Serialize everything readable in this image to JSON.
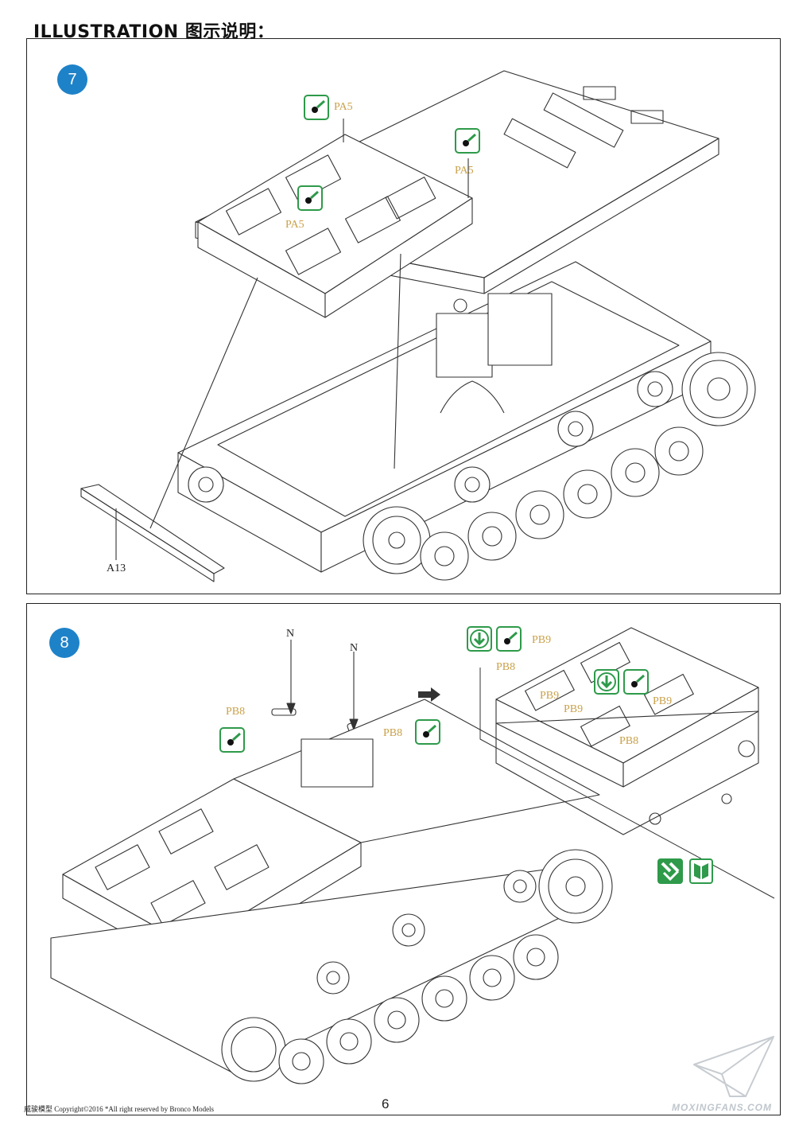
{
  "header": {
    "title": "ILLUSTRATION 图示说明："
  },
  "step7": {
    "number": "7",
    "labels": {
      "pa5_a": "PA5",
      "pa5_b": "PA5",
      "pa5_c": "PA5",
      "a13": "A13"
    }
  },
  "step8": {
    "number": "8",
    "labels": {
      "n_left": "N",
      "n_right": "N",
      "pb8_left": "PB8",
      "pb8_right": "PB8",
      "pb9_a": "PB9",
      "pb8_a": "PB8",
      "pb9_b": "PB9",
      "pb9_c": "PB9",
      "pb9_d": "PB9",
      "pb8_b": "PB8"
    }
  },
  "icons": {
    "glue": "glue-icon",
    "press": "press-down-icon",
    "arrow": "arrow-right-icon",
    "done": "assemble-done-icon",
    "sheet": "instruction-sheet-icon",
    "accent_green": "#2e9a4a",
    "badge_blue": "#1e82c8",
    "label_gold": "#c9a14a"
  },
  "footer": {
    "left": "威骏模型  Copyright©2016  *All right reserved by Bronco Models",
    "page_number": "6",
    "watermark": "MOXINGFANS.COM"
  }
}
